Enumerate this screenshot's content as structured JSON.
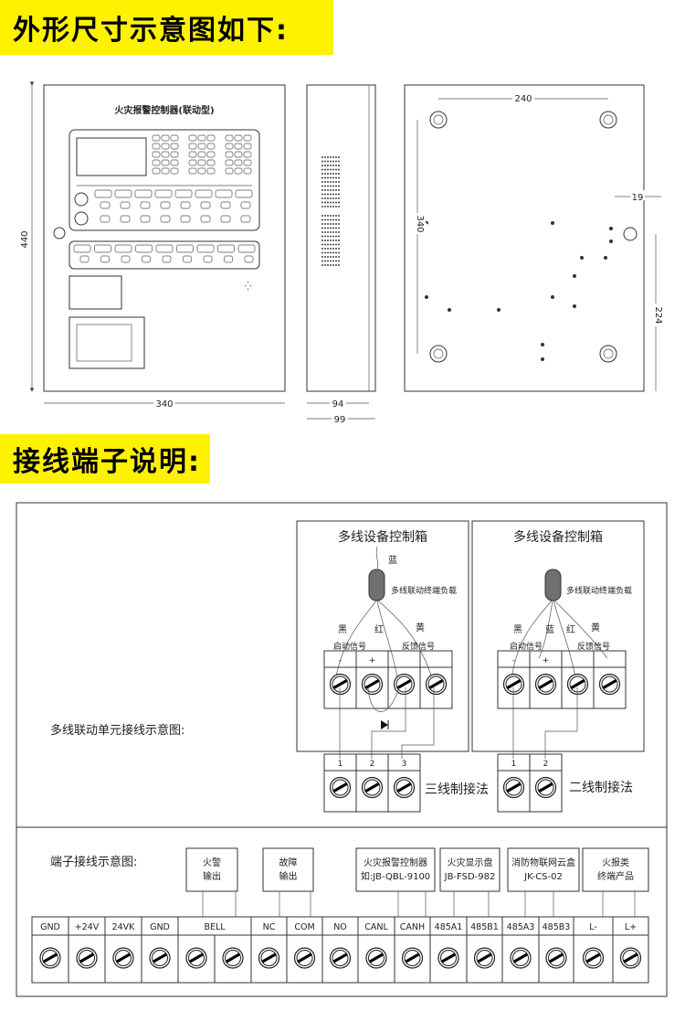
{
  "section1": {
    "title": "外形尺寸示意图如下:"
  },
  "front_view": {
    "panel_title": "火灾报警控制器(联动型)",
    "dim_height": "440",
    "dim_width": "340"
  },
  "side_view": {
    "dim_depth_inner": "94",
    "dim_depth_outer": "99"
  },
  "back_view": {
    "dim_hole_spacing_h": "240",
    "dim_hole_spacing_v": "340",
    "dim_offset": "19",
    "dim_knockout_height": "224"
  },
  "section2": {
    "title": "接线端子说明:"
  },
  "multiline": {
    "caption": "多线联动单元接线示意图:",
    "left_box": {
      "title": "多线设备控制箱",
      "wire_blue": "蓝",
      "load_label": "多线联动终端负载",
      "wire_black": "黑",
      "wire_red": "红",
      "wire_yellow": "黄",
      "start_signal": "启动信号",
      "feedback_signal": "反馈信号",
      "terminals": [
        "-",
        "+",
        "",
        ""
      ]
    },
    "right_box": {
      "title": "多线设备控制箱",
      "load_label": "多线联动终端负载",
      "wire_black": "黑",
      "wire_blue": "蓝",
      "wire_red": "红",
      "wire_yellow": "黄",
      "start_signal": "启动信号",
      "feedback_signal": "反馈信号",
      "terminals": [
        "-",
        "+",
        "",
        ""
      ]
    },
    "three_wire": {
      "terminals": [
        "1",
        "2",
        "3"
      ],
      "label": "三线制接法"
    },
    "two_wire": {
      "terminals": [
        "1",
        "2"
      ],
      "label": "二线制接法"
    }
  },
  "terminal_diagram": {
    "caption": "端子接线示意图:",
    "outputs": [
      {
        "line1": "火警",
        "line2": "输出"
      },
      {
        "line1": "故障",
        "line2": "输出"
      },
      {
        "line1": "火灾报警控制器",
        "line2": "如:JB-QBL-9100"
      },
      {
        "line1": "火灾显示盘",
        "line2": "JB-FSD-982"
      },
      {
        "line1": "消防物联网云盒",
        "line2": "JK-CS-02"
      },
      {
        "line1": "火报类",
        "line2": "终端产品"
      }
    ],
    "terminals": [
      "GND",
      "+24V",
      "24VK",
      "GND",
      "BELL",
      "NC",
      "COM",
      "NO",
      "CANL",
      "CANH",
      "485A1",
      "485B1",
      "485A3",
      "485B3",
      "L-",
      "L+"
    ]
  },
  "colors": {
    "banner": "#fff200",
    "load": "#707070"
  }
}
